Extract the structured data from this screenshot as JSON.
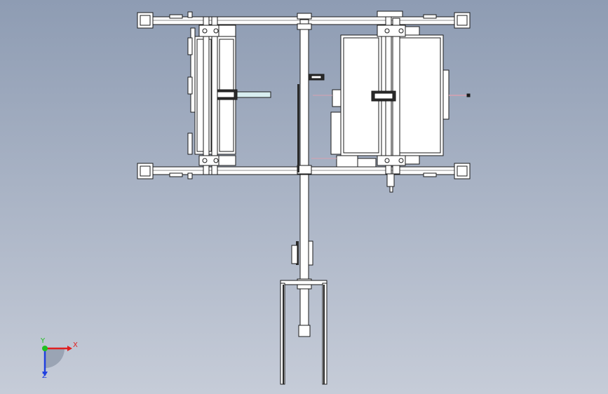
{
  "viewport": {
    "background_top": "#8e9cb3",
    "background_bottom": "#c6ccd8"
  },
  "model": {
    "line_color": "#1a1a1a",
    "frame_fill": "#ffffff",
    "highlight_color": "#d8eef0",
    "accent_color": "#d8a0b0"
  },
  "triad": {
    "x_label": "X",
    "y_label": "Y",
    "z_label": "Z",
    "x_color": "#e02020",
    "y_color": "#20c020",
    "z_color": "#2040e0"
  }
}
